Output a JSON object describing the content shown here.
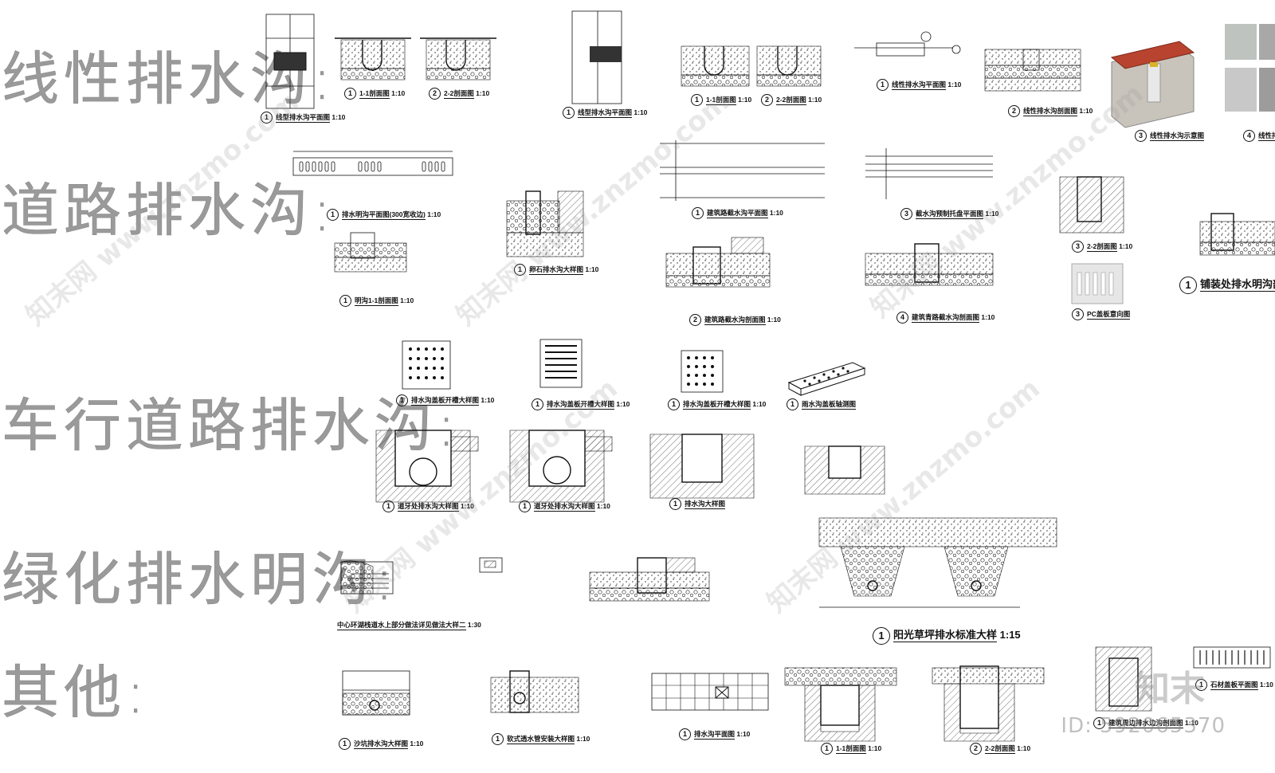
{
  "rows": [
    {
      "label": "线性排水沟:"
    },
    {
      "label": "道路排水沟:"
    },
    {
      "label": "车行道路排水沟:"
    },
    {
      "label": "绿化排水明沟:"
    },
    {
      "label": "其他:"
    }
  ],
  "captions": {
    "c1": {
      "num": "1",
      "text": "线型排水沟平面图",
      "scale": "1:10"
    },
    "c2": {
      "num": "1",
      "text": "1-1剖面图",
      "scale": "1:10"
    },
    "c3": {
      "num": "2",
      "text": "2-2剖面图",
      "scale": "1:10"
    },
    "c4": {
      "num": "1",
      "text": "线型排水沟平面图",
      "scale": "1:10"
    },
    "c5": {
      "num": "1",
      "text": "1-1剖面图",
      "scale": "1:10"
    },
    "c6": {
      "num": "2",
      "text": "2-2剖面图",
      "scale": "1:10"
    },
    "c7": {
      "num": "1",
      "text": "线性排水沟平面图",
      "scale": "1:10"
    },
    "c8": {
      "num": "2",
      "text": "线性排水沟剖面图",
      "scale": "1:10"
    },
    "c9": {
      "num": "3",
      "text": "线性排水沟示意图",
      "scale": ""
    },
    "c10": {
      "num": "4",
      "text": "线性排",
      "scale": ""
    },
    "c11": {
      "num": "1",
      "text": "排水明沟平面图(300宽收边)",
      "scale": "1:10"
    },
    "c12": {
      "num": "1",
      "text": "明沟1-1剖面图",
      "scale": "1:10"
    },
    "c13": {
      "num": "1",
      "text": "卵石排水沟大样图",
      "scale": "1:10"
    },
    "c14": {
      "num": "1",
      "text": "建筑路截水沟平面图",
      "scale": "1:10"
    },
    "c15": {
      "num": "2",
      "text": "建筑路截水沟剖面图",
      "scale": "1:10"
    },
    "c16": {
      "num": "3",
      "text": "截水沟预制托盘平面图",
      "scale": "1:10"
    },
    "c17": {
      "num": "4",
      "text": "建筑青路截水沟剖面图",
      "scale": "1:10"
    },
    "c18": {
      "num": "3",
      "text": "2-2剖面图",
      "scale": "1:10"
    },
    "c19": {
      "num": "3",
      "text": "PC盖板意向图",
      "scale": ""
    },
    "c20": {
      "num": "1",
      "text": "铺装处排水明沟剖面图",
      "scale": ""
    },
    "c21": {
      "num": "1",
      "text": "排水沟盖板开槽大样图",
      "scale": "1:10"
    },
    "c22": {
      "num": "1",
      "text": "排水沟盖板开槽大样图",
      "scale": "1:10"
    },
    "c23": {
      "num": "1",
      "text": "排水沟盖板开槽大样图",
      "scale": "1:10"
    },
    "c24": {
      "num": "1",
      "text": "雨水沟盖板轴测图",
      "scale": ""
    },
    "c25": {
      "num": "1",
      "text": "道牙处排水沟大样图",
      "scale": "1:10"
    },
    "c26": {
      "num": "1",
      "text": "道牙处排水沟大样图",
      "scale": "1:10"
    },
    "c27": {
      "num": "1",
      "text": "排水沟大样图",
      "scale": ""
    },
    "c28": {
      "num": "",
      "text": "中心环湖栈道水上部分做法详见做法大样二",
      "scale": "1:30"
    },
    "c29": {
      "num": "1",
      "text": "阳光草坪排水标准大样",
      "scale": "1:15"
    },
    "c30": {
      "num": "1",
      "text": "沙坑排水沟大样图",
      "scale": "1:10"
    },
    "c31": {
      "num": "1",
      "text": "软式透水管安装大样图",
      "scale": "1:10"
    },
    "c32": {
      "num": "1",
      "text": "排水沟平面图",
      "scale": "1:10"
    },
    "c33": {
      "num": "1",
      "text": "1-1剖面图",
      "scale": "1:10"
    },
    "c34": {
      "num": "2",
      "text": "2-2剖面图",
      "scale": "1:10"
    },
    "c35": {
      "num": "1",
      "text": "石材盖板平面图",
      "scale": "1:10"
    },
    "c36": {
      "num": "1",
      "text": "建筑周边排水边沟剖面图",
      "scale": "1:10"
    }
  },
  "watermark": {
    "site": "知末网 www.znzmo.com",
    "brand": "知末",
    "id": "ID: 592065370"
  },
  "colors": {
    "ink": "#111111",
    "label": "#9a9a9a",
    "brick": "#b8432e",
    "stone": "#c9c4bb"
  }
}
